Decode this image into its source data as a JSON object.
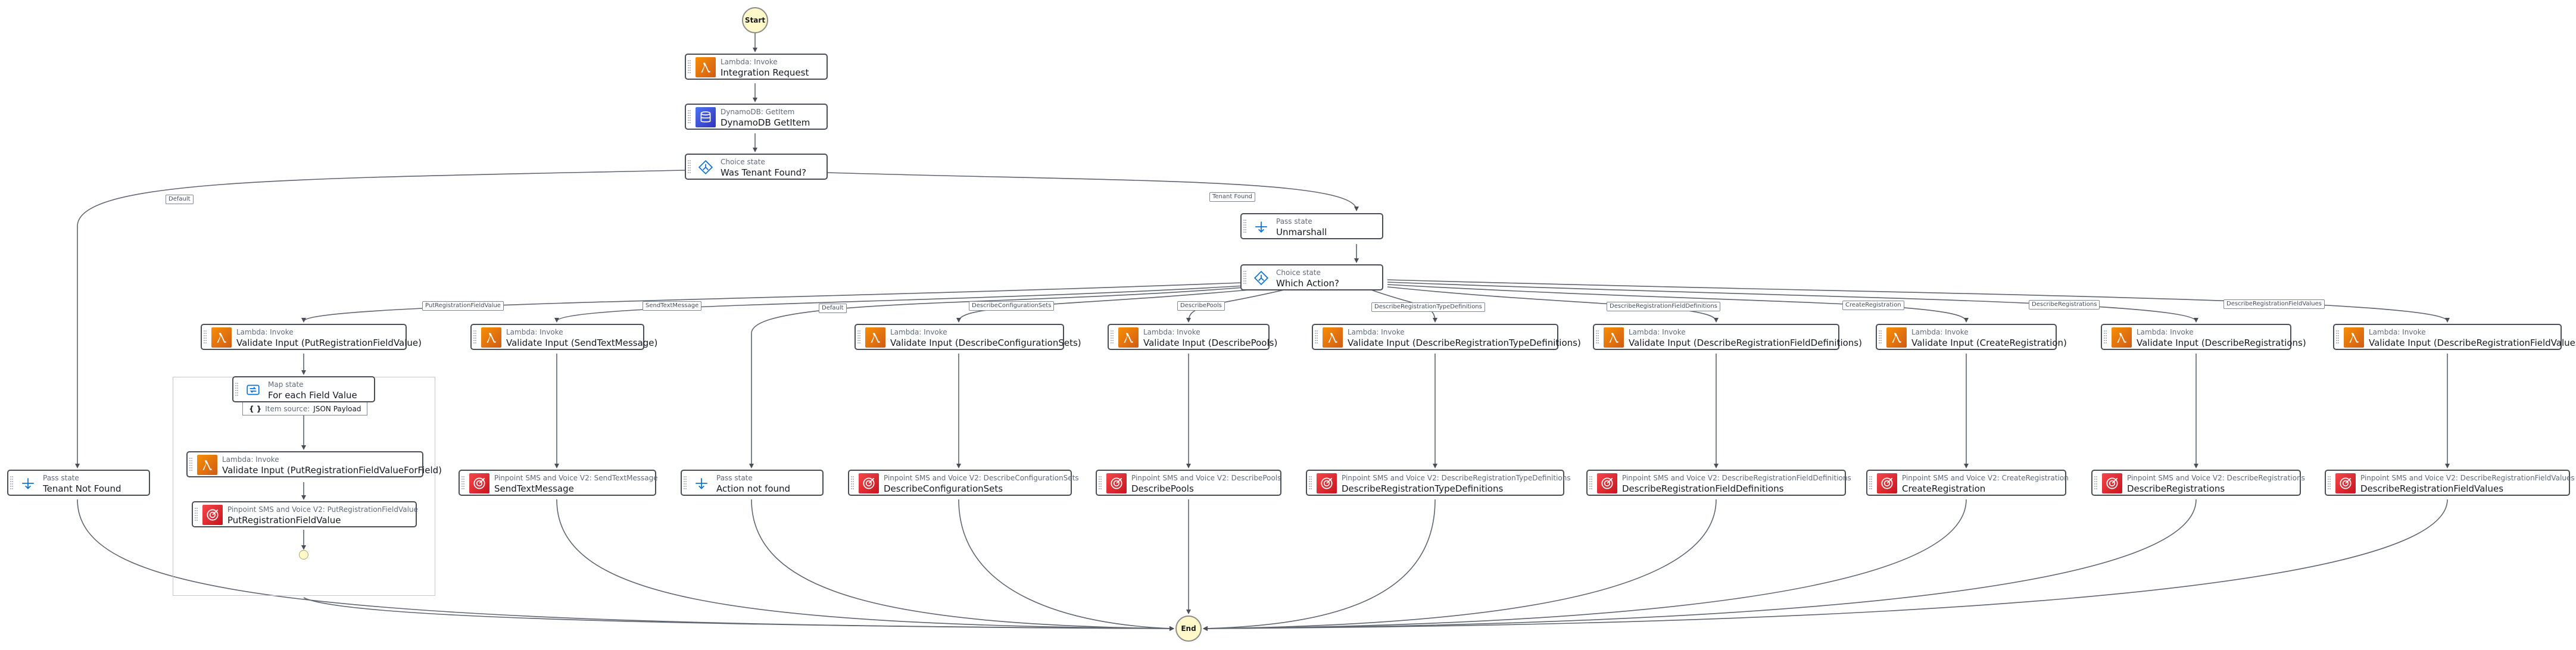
{
  "start_label": "Start",
  "end_label": "End",
  "nodes": {
    "integration": {
      "type": "Lambda: Invoke",
      "name": "Integration Request",
      "icon": "lambda-icon"
    },
    "getitem": {
      "type": "DynamoDB: GetItem",
      "name": "DynamoDB GetItem",
      "icon": "dynamodb-icon"
    },
    "tenantfound": {
      "type": "Choice state",
      "name": "Was Tenant Found?",
      "icon": "choice-icon"
    },
    "unmarshall": {
      "type": "Pass state",
      "name": "Unmarshall",
      "icon": "pass-icon"
    },
    "whichaction": {
      "type": "Choice state",
      "name": "Which Action?",
      "icon": "choice-icon"
    },
    "v_put": {
      "type": "Lambda: Invoke",
      "name": "Validate Input (PutRegistrationFieldValue)",
      "icon": "lambda-icon"
    },
    "v_send": {
      "type": "Lambda: Invoke",
      "name": "Validate Input (SendTextMessage)",
      "icon": "lambda-icon"
    },
    "v_dcs": {
      "type": "Lambda: Invoke",
      "name": "Validate Input (DescribeConfigurationSets)",
      "icon": "lambda-icon"
    },
    "v_dp": {
      "type": "Lambda: Invoke",
      "name": "Validate Input (DescribePools)",
      "icon": "lambda-icon"
    },
    "v_drtd": {
      "type": "Lambda: Invoke",
      "name": "Validate Input (DescribeRegistrationTypeDefinitions)",
      "icon": "lambda-icon"
    },
    "v_drfd": {
      "type": "Lambda: Invoke",
      "name": "Validate Input (DescribeRegistrationFieldDefinitions)",
      "icon": "lambda-icon"
    },
    "v_cr": {
      "type": "Lambda: Invoke",
      "name": "Validate Input (CreateRegistration)",
      "icon": "lambda-icon"
    },
    "v_dr": {
      "type": "Lambda: Invoke",
      "name": "Validate Input (DescribeRegistrations)",
      "icon": "lambda-icon"
    },
    "v_drfv": {
      "type": "Lambda: Invoke",
      "name": "Validate Input (DescribeRegistrationFieldValues)",
      "icon": "lambda-icon"
    },
    "map": {
      "type": "Map state",
      "name": "For each Field Value",
      "icon": "map-icon"
    },
    "v_putfield": {
      "type": "Lambda: Invoke",
      "name": "Validate Input (PutRegistrationFieldValueForField)",
      "icon": "lambda-icon"
    },
    "p_putfield": {
      "type": "Pinpoint SMS and Voice V2: PutRegistrationFieldValue",
      "name": "PutRegistrationFieldValue",
      "icon": "pinpoint-icon"
    },
    "tenantnotfound": {
      "type": "Pass state",
      "name": "Tenant Not Found",
      "icon": "pass-icon"
    },
    "p_send": {
      "type": "Pinpoint SMS and Voice V2: SendTextMessage",
      "name": "SendTextMessage",
      "icon": "pinpoint-icon"
    },
    "actionnotfound": {
      "type": "Pass state",
      "name": "Action not found",
      "icon": "pass-icon"
    },
    "p_dcs": {
      "type": "Pinpoint SMS and Voice V2: DescribeConfigurationSets",
      "name": "DescribeConfigurationSets",
      "icon": "pinpoint-icon"
    },
    "p_dp": {
      "type": "Pinpoint SMS and Voice V2: DescribePools",
      "name": "DescribePools",
      "icon": "pinpoint-icon"
    },
    "p_drtd": {
      "type": "Pinpoint SMS and Voice V2: DescribeRegistrationTypeDefinitions",
      "name": "DescribeRegistrationTypeDefinitions",
      "icon": "pinpoint-icon"
    },
    "p_drfd": {
      "type": "Pinpoint SMS and Voice V2: DescribeRegistrationFieldDefinitions",
      "name": "DescribeRegistrationFieldDefinitions",
      "icon": "pinpoint-icon"
    },
    "p_cr": {
      "type": "Pinpoint SMS and Voice V2: CreateRegistration",
      "name": "CreateRegistration",
      "icon": "pinpoint-icon"
    },
    "p_dr": {
      "type": "Pinpoint SMS and Voice V2: DescribeRegistrations",
      "name": "DescribeRegistrations",
      "icon": "pinpoint-icon"
    },
    "p_drfv": {
      "type": "Pinpoint SMS and Voice V2: DescribeRegistrationFieldValues",
      "name": "DescribeRegistrationFieldValues",
      "icon": "pinpoint-icon"
    }
  },
  "item_source": {
    "prefix": "Item source:",
    "value": "JSON Payload"
  },
  "edge_labels": {
    "default_tenant": "Default",
    "tenant_found": "Tenant Found",
    "put": "PutRegistrationFieldValue",
    "send": "SendTextMessage",
    "default_action": "Default",
    "dcs": "DescribeConfigurationSets",
    "dp": "DescribePools",
    "drtd": "DescribeRegistrationTypeDefinitions",
    "drfd": "DescribeRegistrationFieldDefinitions",
    "cr": "CreateRegistration",
    "dr": "DescribeRegistrations",
    "drfv": "DescribeRegistrationFieldValues"
  }
}
